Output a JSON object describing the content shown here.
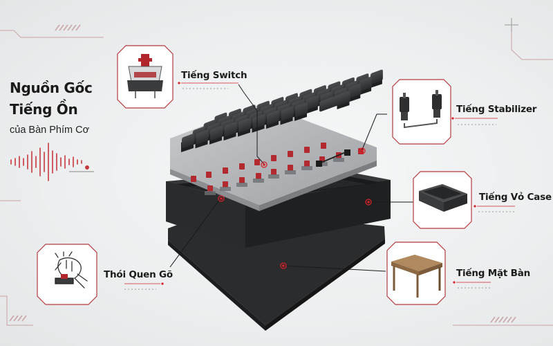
{
  "title": {
    "line1": "Nguồn Gốc",
    "line2": "Tiếng Ồn",
    "line3": "của Bàn Phím Cơ"
  },
  "callouts": [
    {
      "id": "switch",
      "label": "Tiếng Switch",
      "icon": "switch-icon"
    },
    {
      "id": "stabilizer",
      "label": "Tiếng Stabilizer",
      "icon": "stabilizer-icon"
    },
    {
      "id": "case",
      "label": "Tiếng Vỏ Case",
      "icon": "case-icon"
    },
    {
      "id": "desk",
      "label": "Tiếng Mặt Bàn",
      "icon": "desk-icon"
    },
    {
      "id": "habit",
      "label": "Thói Quen Gõ",
      "icon": "typing-hand-icon"
    }
  ],
  "colors": {
    "accent": "#d4222a",
    "frame": "#b33a3f",
    "keycap": "#333538",
    "case": "#2c2d2f",
    "plate": "#b9bcbe",
    "background": "#eef0f1"
  }
}
